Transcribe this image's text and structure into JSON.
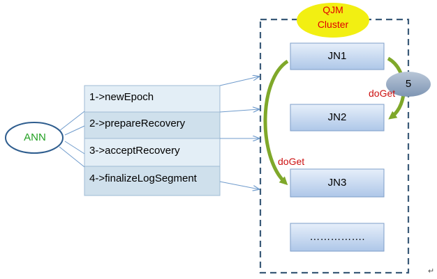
{
  "ann": {
    "label": "ANN"
  },
  "cluster": {
    "label_line1": "QJM",
    "label_line2": "Cluster"
  },
  "steps": [
    {
      "label": "1->newEpoch"
    },
    {
      "label": "2->prepareRecovery"
    },
    {
      "label": "3->acceptRecovery"
    },
    {
      "label": "4->finalizeLogSegment"
    }
  ],
  "journal_nodes": [
    {
      "label": "JN1"
    },
    {
      "label": "JN2"
    },
    {
      "label": "JN3"
    },
    {
      "label": "……………."
    }
  ],
  "step5": {
    "label": "5"
  },
  "doget_labels": [
    "doGet",
    "doGet"
  ],
  "pilcrow": "↵",
  "colors": {
    "ann_stroke": "#2e5d8e",
    "ann_text": "#22a022",
    "cluster_border": "#3a5a78",
    "qjm_fill": "#f2ef12",
    "qjm_text": "#e00000",
    "doget_text": "#cc1111",
    "green_arrow": "#7fa82a",
    "connector": "#6f9bcc"
  }
}
